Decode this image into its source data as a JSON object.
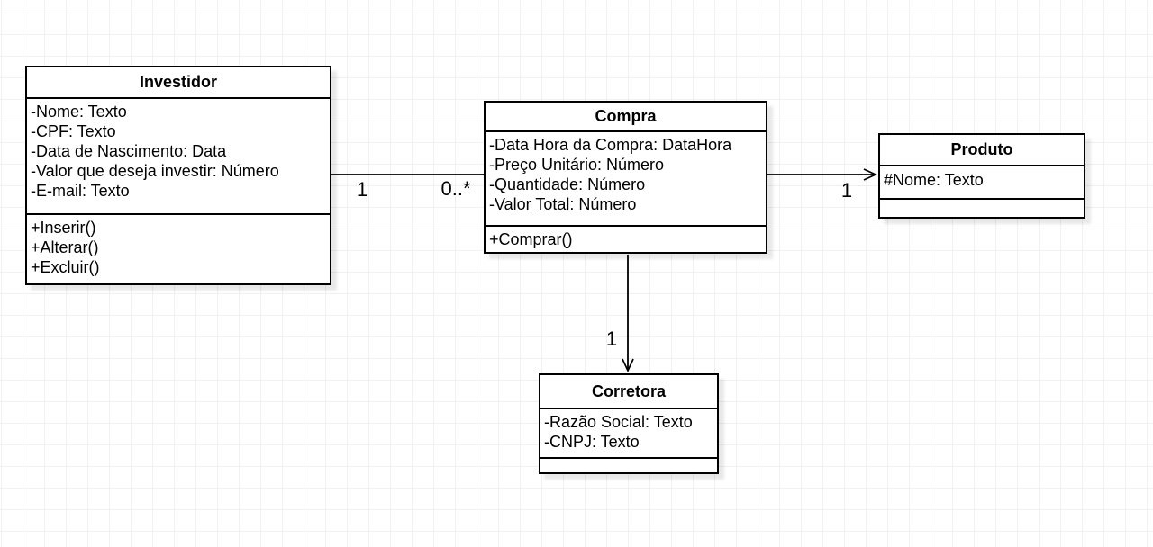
{
  "canvas": {
    "background_color": "#ffffff",
    "grid_color": "#eff0f2",
    "stroke_color": "#000000"
  },
  "diagram": {
    "type": "uml-class-diagram",
    "classes": [
      {
        "name": "Investidor",
        "attributes": [
          "-Nome: Texto",
          "-CPF: Texto",
          "-Data de Nascimento: Data",
          "-Valor que deseja investir: Número",
          "-E-mail: Texto"
        ],
        "methods": [
          "+Inserir()",
          "+Alterar()",
          "+Excluir()"
        ]
      },
      {
        "name": "Compra",
        "attributes": [
          "-Data Hora da Compra: DataHora",
          "-Preço Unitário: Número",
          "-Quantidade: Número",
          "-Valor Total: Número"
        ],
        "methods": [
          "+Comprar()"
        ]
      },
      {
        "name": "Produto",
        "attributes": [
          "#Nome: Texto"
        ],
        "methods": []
      },
      {
        "name": "Corretora",
        "attributes": [
          "-Razão Social: Texto",
          "-CNPJ: Texto"
        ],
        "methods": []
      }
    ],
    "associations": [
      {
        "from": "Investidor",
        "to": "Compra",
        "from_multiplicity": "1",
        "to_multiplicity": "0..*",
        "arrow": "none"
      },
      {
        "from": "Compra",
        "to": "Produto",
        "to_multiplicity": "1",
        "arrow": "open"
      },
      {
        "from": "Compra",
        "to": "Corretora",
        "to_multiplicity": "1",
        "arrow": "open"
      }
    ]
  }
}
